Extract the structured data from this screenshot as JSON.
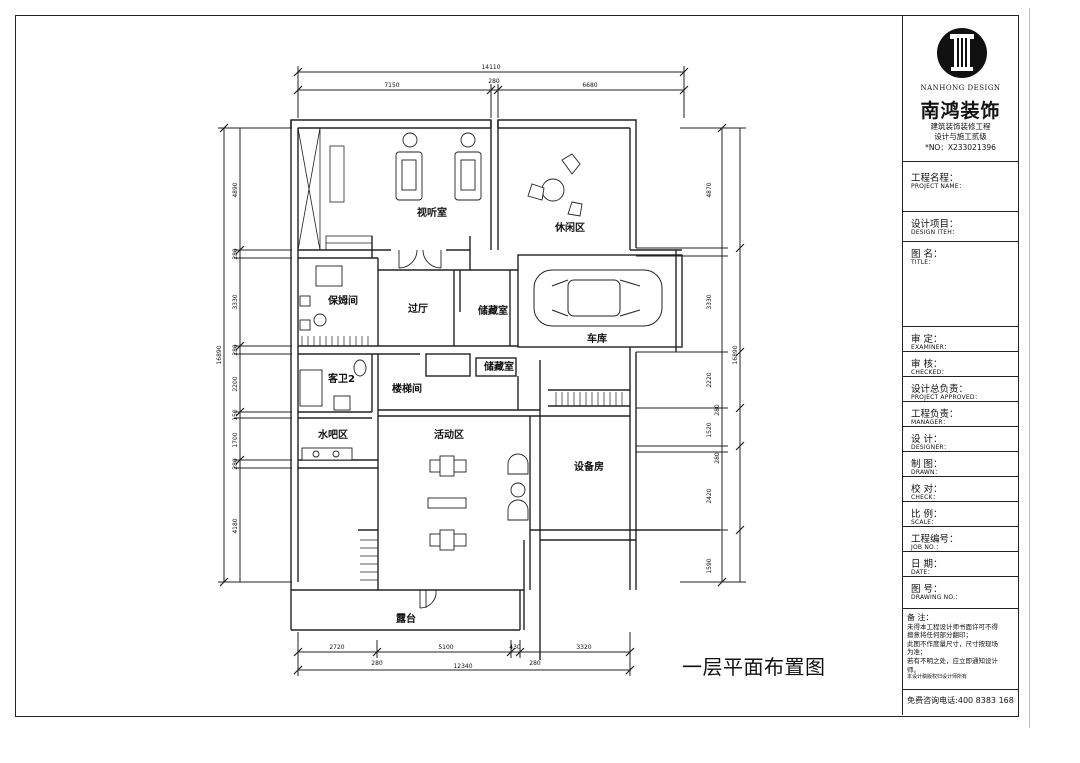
{
  "drawing": {
    "title": "一层平面布置图",
    "rooms": {
      "av_room": "视听室",
      "leisure": "休闲区",
      "nanny_room": "保姆间",
      "hall": "过厅",
      "storage1": "储藏室",
      "storage2": "储藏室",
      "garage": "车库",
      "guest_bath": "客卫2",
      "stair_room": "楼梯间",
      "bar": "水吧区",
      "activity": "活动区",
      "equipment": "设备房",
      "terrace": "露台"
    },
    "dimensions": {
      "top_total": "14110",
      "top_left": "7150",
      "top_mid": "280",
      "top_right": "6680",
      "bottom_1": "2720",
      "bottom_2": "5100",
      "bottom_3": "430",
      "bottom_4": "3320",
      "bottom_s1": "280",
      "bottom_s2": "280",
      "bottom_total": "12340",
      "left_total": "16890",
      "right_total": "16890",
      "left_1": "4890",
      "left_2": "280",
      "left_3": "3330",
      "left_4": "280",
      "left_5": "2200",
      "left_6": "150",
      "left_7": "1700",
      "left_8": "280",
      "left_9": "4180",
      "right_1": "4870",
      "right_2": "3330",
      "right_3": "2220",
      "right_4": "280",
      "right_5": "1520",
      "right_6": "280",
      "right_7": "2420",
      "right_8": "1590"
    }
  },
  "title_block": {
    "brand_en": "NANHONG DESIGN",
    "brand_cn": "南鸿装饰",
    "sub1": "建筑装饰装修工程",
    "sub2": "设计与施工贰级",
    "license": "*NO：X233021396",
    "fields": [
      {
        "cn": "工程名程：",
        "en": "PROJECT NAME："
      },
      {
        "cn": "设计项目：",
        "en": "DESIGN ITEH："
      },
      {
        "cn": "图 名：",
        "en": "TITLE："
      },
      {
        "cn": "审  定：",
        "en": "EXAMINER："
      },
      {
        "cn": "审  核：",
        "en": "CHECKED："
      },
      {
        "cn": "设计总负责：",
        "en": "PROJECT APPROVED："
      },
      {
        "cn": "工程负责：",
        "en": "MANAGER："
      },
      {
        "cn": "设  计：",
        "en": "DESIGNER："
      },
      {
        "cn": "制  图：",
        "en": "DRAWN："
      },
      {
        "cn": "校  对：",
        "en": "CHECK："
      },
      {
        "cn": "比  例：",
        "en": "SCALE："
      },
      {
        "cn": "工程编号：",
        "en": "JOB  NO.："
      },
      {
        "cn": "日  期：",
        "en": "DATE："
      },
      {
        "cn": "图  号：",
        "en": "DRAWING NO.："
      }
    ],
    "notes_title": "备 注：",
    "notes": [
      "未得本工程设计师书面许可不得",
      "擅意将任何部分翻印；",
      "此图不作度量尺寸，尺寸按现场",
      "为准；",
      "若有不明之处，应立即通知设计",
      "师。"
    ],
    "copyright": "本设计稿版权归设计师所有",
    "phone": "免费咨询电话:400 8383 168"
  }
}
